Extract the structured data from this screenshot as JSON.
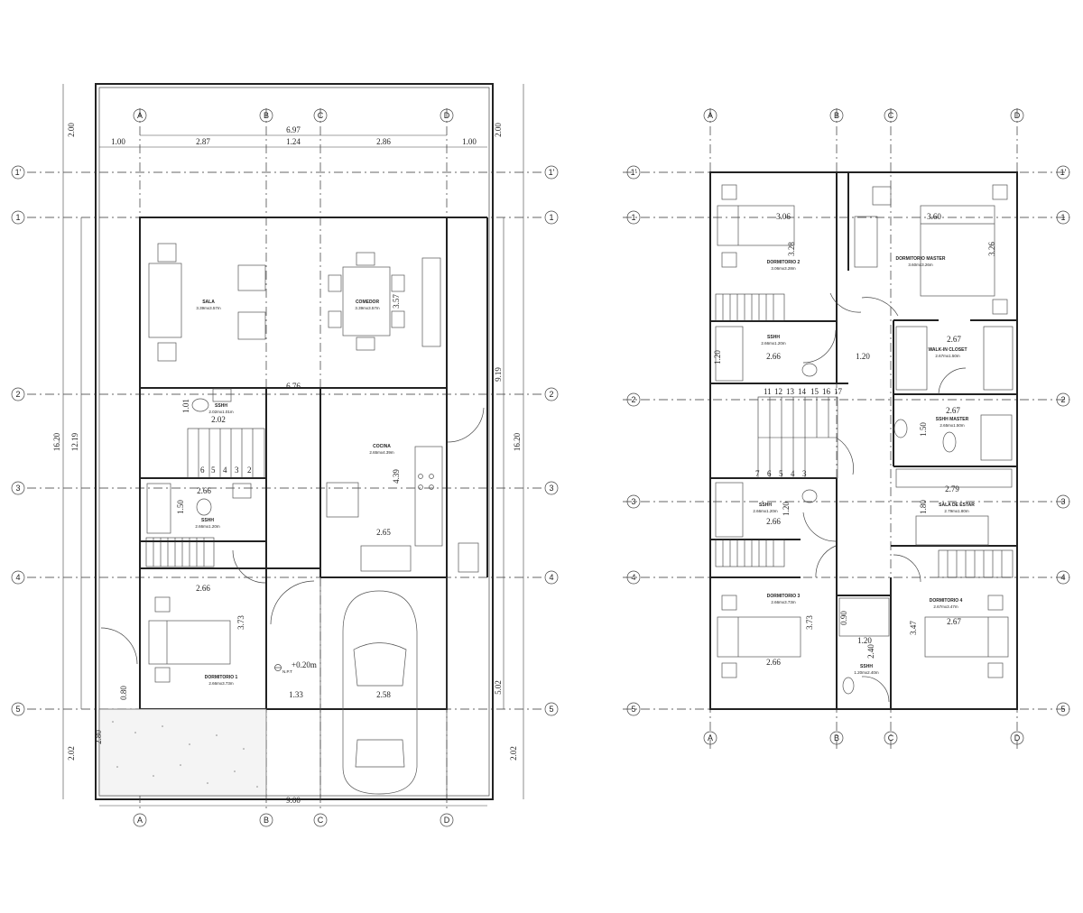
{
  "axes": {
    "columns": [
      "A",
      "B",
      "C",
      "D"
    ],
    "rows": [
      "1'",
      "1",
      "2",
      "3",
      "4",
      "5"
    ]
  },
  "floor1": {
    "rooms": {
      "sala": {
        "name": "SALA",
        "size": "3.39mx3.57m"
      },
      "comedor": {
        "name": "COMEDOR",
        "size": "3.39mx3.57m"
      },
      "sshh_a": {
        "name": "SSHH",
        "size": "2.02mx1.01m"
      },
      "cocina": {
        "name": "COCINA",
        "size": "2.65mx4.39m"
      },
      "sshh_b": {
        "name": "SSHH",
        "size": "2.66mx1.20m"
      },
      "dormitorio1": {
        "name": "DORMITORIO 1",
        "size": "2.66mx3.73m"
      }
    },
    "level": {
      "value": "+0.20m",
      "label": "N.P.T"
    },
    "stair_numbers": [
      "6",
      "5",
      "4",
      "3",
      "2"
    ],
    "dims": {
      "top_total": "6.97",
      "top_parts": [
        "1.00",
        "2.87",
        "1.24",
        "2.86",
        "1.00"
      ],
      "bottom_total": "9.00",
      "left_outer": [
        "2.00",
        "16.20",
        "2.02"
      ],
      "left_inner": [
        "12.19",
        "0.80",
        "2.80"
      ],
      "right_outer": [
        "2.00",
        "16.20",
        "2.02"
      ],
      "right_inner": [
        "9.19",
        "5.02"
      ],
      "interior": [
        "6.76",
        "2.02",
        "1.01",
        "3.57",
        "4.39",
        "2.66",
        "1.50",
        "2.65",
        "2.66",
        "3.73",
        "1.33",
        "2.58"
      ]
    }
  },
  "floor2": {
    "rooms": {
      "dormitorio2": {
        "name": "DORMITORIO 2",
        "size": "3.06mx3.28m"
      },
      "dormitorio_master": {
        "name": "DORMITORIO MASTER",
        "size": "3.60mx3.26m"
      },
      "sshh_a": {
        "name": "SSHH",
        "size": "2.66mx1.20m"
      },
      "walk_in": {
        "name": "WALK-IN CLOSET",
        "size": "2.67mx1.50m"
      },
      "sshh_master": {
        "name": "SSHH MASTER",
        "size": "2.65mx1.50m"
      },
      "sshh_b": {
        "name": "SSHH",
        "size": "2.66mx1.20m"
      },
      "sala_estar": {
        "name": "SALA DE ESTAR",
        "size": "2.79mx1.80m"
      },
      "dormitorio3": {
        "name": "DORMITORIO 3",
        "size": "2.66mx3.73m"
      },
      "dormitorio4": {
        "name": "DORMITORIO 4",
        "size": "2.67mx3.47m"
      },
      "sshh_c": {
        "name": "SSHH",
        "size": "1.20mx2.40m"
      }
    },
    "stair_top": [
      "11",
      "12",
      "13",
      "14",
      "15",
      "16",
      "17"
    ],
    "stair_bottom": [
      "7",
      "6",
      "5",
      "4",
      "3"
    ],
    "dims": [
      "3.06",
      "3.28",
      "3.60",
      "3.26",
      "2.67",
      "2.66",
      "1.20",
      "1.20",
      "2.67",
      "1.50",
      "2.79",
      "1.80",
      "1.20",
      "2.66",
      "3.73",
      "2.66",
      "0.90",
      "1.20",
      "2.40",
      "3.47",
      "2.67"
    ]
  }
}
